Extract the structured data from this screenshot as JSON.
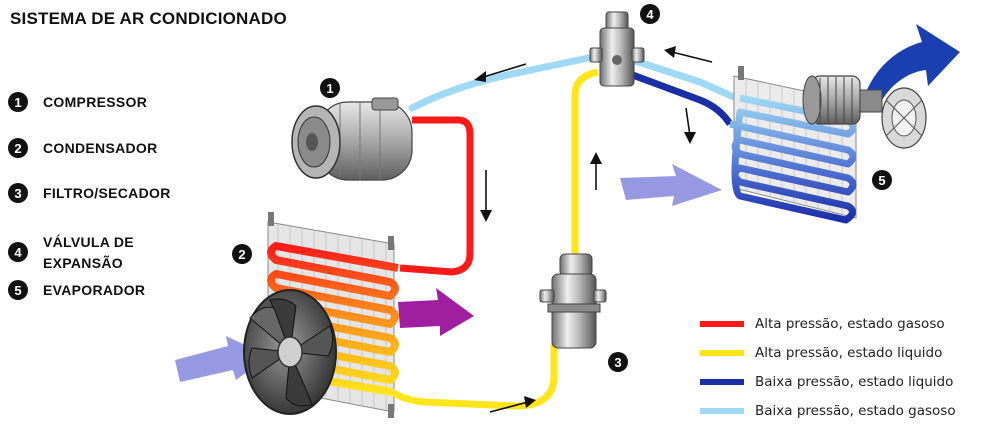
{
  "title": "SISTEMA DE AR CONDICIONADO",
  "components": [
    {
      "number": "1",
      "label": "COMPRESSOR"
    },
    {
      "number": "2",
      "label": "CONDENSADOR"
    },
    {
      "number": "3",
      "label": "FILTRO/SECADOR"
    },
    {
      "number": "4",
      "label": "VÁLVULA DE\nEXPANSÃO"
    },
    {
      "number": "5",
      "label": "EVAPORADOR"
    }
  ],
  "legend": [
    {
      "label": "Alta pressão, estado gasoso",
      "color": "#ff1a1a"
    },
    {
      "label": "Alta pressão, estado liquido",
      "color": "#ffe51a"
    },
    {
      "label": "Baixa pressão, estado liquido",
      "color": "#1a2ea8"
    },
    {
      "label": "Baixa pressão, estado gasoso",
      "color": "#9fd9f5"
    }
  ],
  "diagram_markers": [
    "1",
    "2",
    "3",
    "4",
    "5"
  ],
  "colors": {
    "high_gas": "#ff1a1a",
    "high_liquid": "#ffe51a",
    "low_liquid": "#1a2ea8",
    "low_gas": "#9fd9f5",
    "airflow_in": "#8c8fe0",
    "airflow_out": "#a01fa0",
    "airflow_blower": "#1a3fb0"
  }
}
